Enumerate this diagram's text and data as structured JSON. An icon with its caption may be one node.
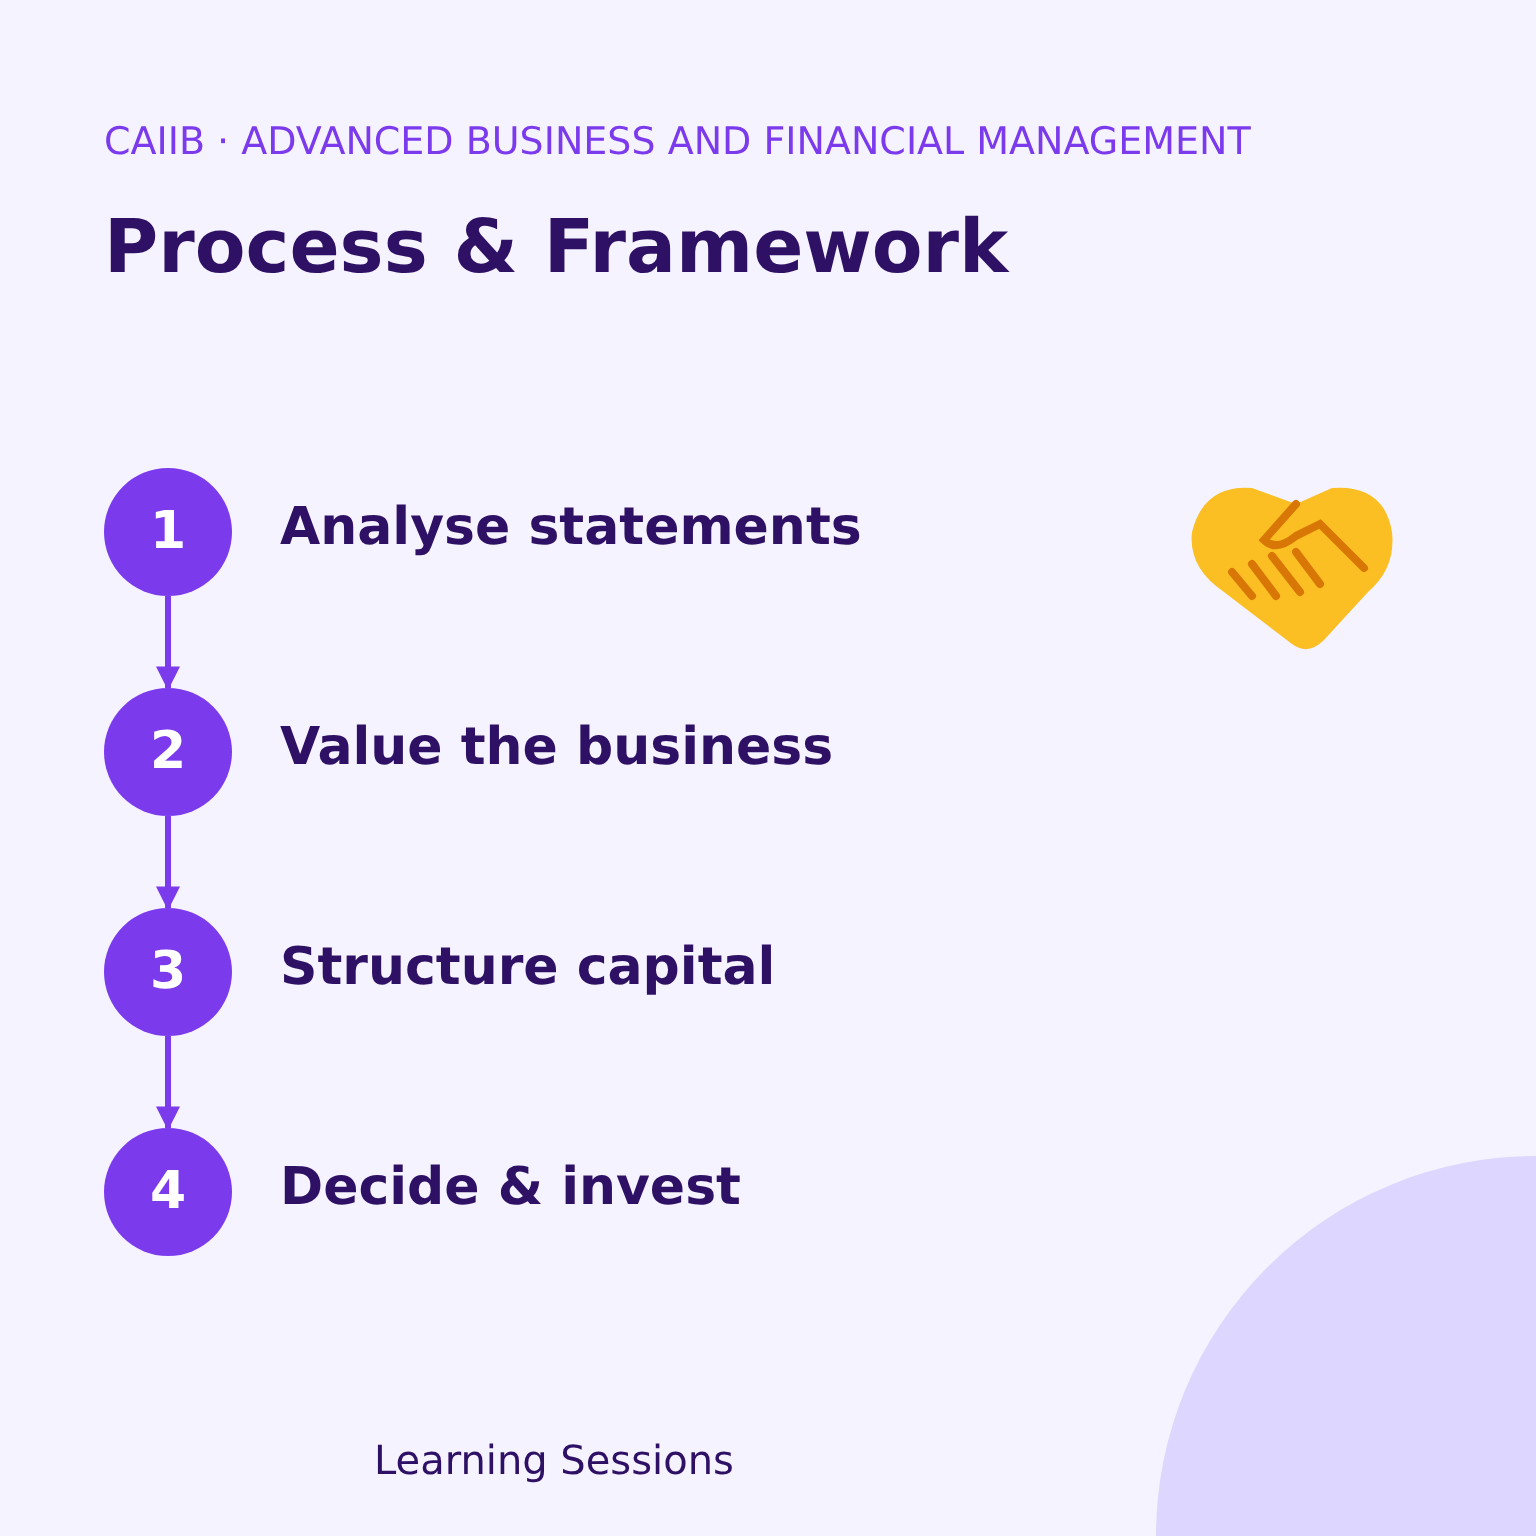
{
  "diagram": {
    "title": "Process & Framework",
    "nodes": [
      {
        "text": [
          "1"
        ],
        "beside": [
          "Analyse statements"
        ]
      },
      {
        "text": [
          "2"
        ],
        "beside": [
          "Value the business"
        ]
      },
      {
        "text": [
          "3"
        ],
        "beside": [
          "Structure capital"
        ]
      },
      {
        "text": [
          "4"
        ],
        "beside": [
          "Decide & invest"
        ]
      }
    ],
    "edges": [
      {
        "from": 0,
        "to": 1,
        "arrow": "to"
      },
      {
        "from": 1,
        "to": 2,
        "arrow": "to"
      },
      {
        "from": 2,
        "to": 3,
        "arrow": "to"
      }
    ],
    "labels": [
      "CAIIB · ADVANCED BUSINESS AND FINANCIAL MANAGEMENT",
      "Learning Sessions"
    ]
  }
}
